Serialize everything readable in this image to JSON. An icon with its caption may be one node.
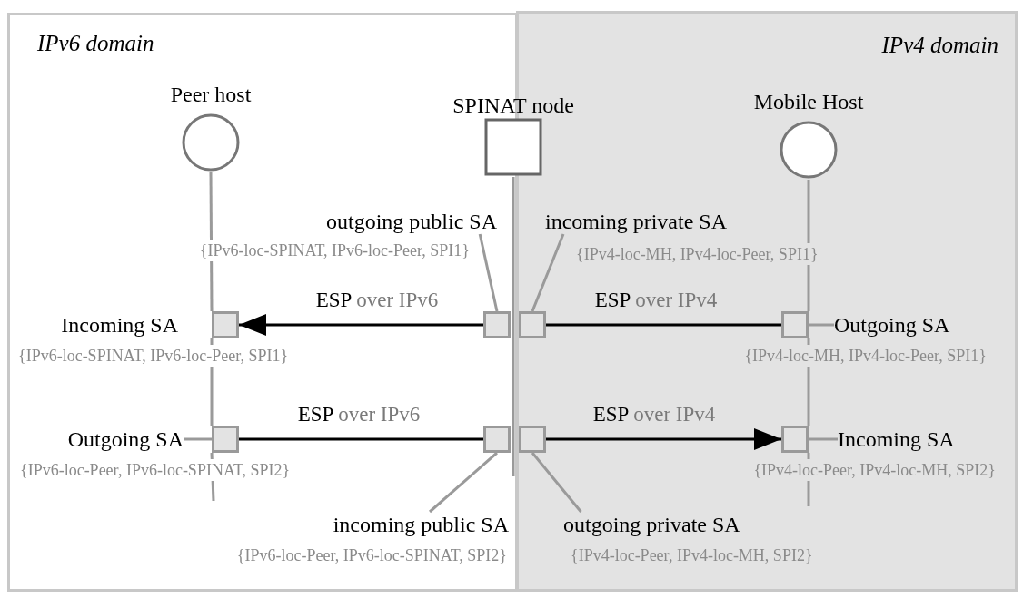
{
  "diagram": {
    "nodes": [
      {
        "text": [
          "IPv6 domain"
        ]
      },
      {
        "text": [
          "IPv4 domain"
        ]
      },
      {
        "text": [
          "Peer host"
        ],
        "in": 0
      },
      {
        "text": [
          "SPINAT node"
        ]
      },
      {
        "text": [
          "Mobile Host"
        ],
        "in": 1
      },
      {
        "text": [
          "outgoing public SA"
        ],
        "beside": [
          "{IPv6-loc-SPINAT, IPv6-loc-Peer, SPI1}"
        ],
        "in": 0
      },
      {
        "text": [
          "incoming private SA"
        ],
        "beside": [
          "{IPv4-loc-MH, IPv4-loc-Peer, SPI1}"
        ],
        "in": 1
      },
      {
        "text": [],
        "shape": "box",
        "beside": [
          "Incoming SA",
          "{IPv6-loc-SPINAT, IPv6-loc-Peer, SPI1}"
        ],
        "in": 0
      },
      {
        "text": [],
        "shape": "box",
        "in": 0
      },
      {
        "text": [],
        "shape": "box",
        "in": 1
      },
      {
        "text": [],
        "shape": "box",
        "in": 1
      },
      {
        "text": [
          "Outgoing SA"
        ],
        "beside": [
          "{IPv4-loc-MH, IPv4-loc-Peer, SPI1}"
        ],
        "in": 1
      },
      {
        "text": [
          "Outgoing SA"
        ],
        "beside": [
          "{IPv6-loc-Peer, IPv6-loc-SPINAT, SPI2}"
        ],
        "in": 0
      },
      {
        "text": [],
        "shape": "box",
        "in": 0
      },
      {
        "text": [],
        "shape": "box",
        "in": 0
      },
      {
        "text": [],
        "shape": "box",
        "in": 1
      },
      {
        "text": [],
        "shape": "box",
        "in": 1
      },
      {
        "text": [
          "Incoming SA"
        ],
        "beside": [
          "{IPv4-loc-Peer, IPv4-loc-MH, SPI2}"
        ],
        "in": 1
      },
      {
        "text": [
          "incoming public SA"
        ],
        "beside": [
          "{IPv6-loc-Peer, IPv6-loc-SPINAT, SPI2}"
        ],
        "in": 0
      },
      {
        "text": [
          "outgoing private SA"
        ],
        "beside": [
          "{IPv4-loc-Peer, IPv4-loc-MH, SPI2}"
        ],
        "in": 1
      }
    ],
    "edges": [
      {
        "from": 8,
        "to": 7,
        "arrow": "to",
        "label": "ESP over IPv6",
        "color": "#000000"
      },
      {
        "from": 10,
        "to": 9,
        "arrow": "none",
        "label": "ESP over IPv4",
        "color": "#000000"
      },
      {
        "from": 13,
        "to": 14,
        "arrow": "none",
        "label": "ESP over IPv6",
        "color": "#000000"
      },
      {
        "from": 15,
        "to": 16,
        "arrow": "to",
        "label": "ESP over IPv4",
        "color": "#000000"
      },
      {
        "from": 5,
        "to": 8,
        "arrow": "none"
      },
      {
        "from": 6,
        "to": 9,
        "arrow": "none"
      },
      {
        "from": 11,
        "to": 10,
        "arrow": "none"
      },
      {
        "from": 12,
        "to": 13,
        "arrow": "none"
      },
      {
        "from": 17,
        "to": 16,
        "arrow": "none"
      },
      {
        "from": 18,
        "to": 14,
        "arrow": "none"
      },
      {
        "from": 19,
        "to": 15,
        "arrow": "none"
      },
      {
        "from": 2,
        "to": 7,
        "arrow": "none"
      },
      {
        "from": 7,
        "to": 13,
        "arrow": "none"
      },
      {
        "from": 13,
        "to": null,
        "arrow": "none"
      },
      {
        "from": 4,
        "to": 10,
        "arrow": "none"
      },
      {
        "from": 10,
        "to": 16,
        "arrow": "none"
      },
      {
        "from": 16,
        "to": null,
        "arrow": "none"
      }
    ]
  }
}
